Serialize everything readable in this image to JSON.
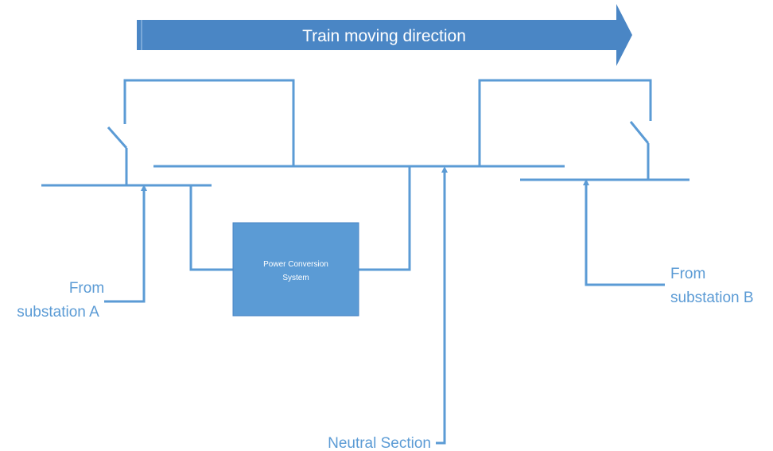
{
  "banner": {
    "text": "Train moving direction"
  },
  "converter": {
    "line1": "Power Conversion",
    "line2": "System"
  },
  "feed_a": {
    "line1": "From",
    "line2": "substation A"
  },
  "feed_b": {
    "line1": "From",
    "line2": "substation B"
  },
  "neutral": {
    "label": "Neutral Section"
  },
  "colors": {
    "line": "#5b9bd5",
    "banner": "#4a86c5",
    "box": "#5b9bd5"
  }
}
